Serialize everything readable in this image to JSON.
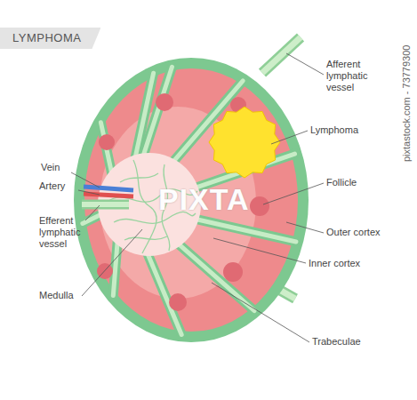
{
  "diagram": {
    "title": "LYMPHOMA",
    "labels": [
      "Afferent lymphatic vessel",
      "Lymphoma",
      "Follicle",
      "Outer cortex",
      "Inner cortex",
      "Trabeculae",
      "Vein",
      "Artery",
      "Efferent lymphatic vessel",
      "Medulla",
      "PIXTA",
      "pixtastock.com - 73779300"
    ]
  }
}
